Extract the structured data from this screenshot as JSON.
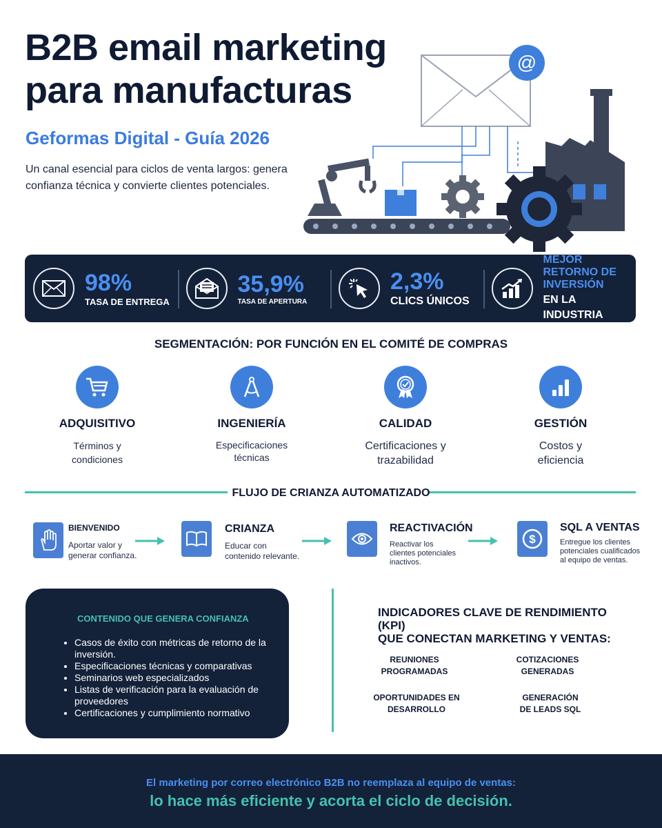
{
  "header": {
    "title_line1": "B2B email marketing",
    "title_line2": "para manufacturas",
    "subtitle": "Geformas Digital - Guía 2026",
    "intro": "Un canal esencial para ciclos de venta largos: genera confianza técnica y convierte clientes potenciales."
  },
  "stats": [
    {
      "value": "98%",
      "label": "TASA DE ENTREGA",
      "icon": "envelope-icon"
    },
    {
      "value": "35,9%",
      "label": "TASA DE APERTURA",
      "icon": "open-envelope-icon"
    },
    {
      "value": "2,3%",
      "label": "CLICS ÚNICOS",
      "icon": "cursor-click-icon"
    },
    {
      "title_blue": "MEJOR RETORNO DE INVERSIÓN",
      "title_white": "EN LA INDUSTRIA",
      "icon": "growth-chart-icon"
    }
  ],
  "segmentation": {
    "title": "SEGMENTACIÓN: POR FUNCIÓN EN EL COMITÉ DE COMPRAS",
    "items": [
      {
        "name": "ADQUISITIVO",
        "desc": "Términos y condiciones",
        "icon": "cart-icon"
      },
      {
        "name": "INGENIERÍA",
        "desc": "Especificaciones técnicas",
        "icon": "compass-icon"
      },
      {
        "name": "CALIDAD",
        "desc": "Certificaciones y trazabilidad",
        "icon": "award-badge-icon"
      },
      {
        "name": "GESTIÓN",
        "desc": "Costos y eficiencia",
        "icon": "bar-chart-icon"
      }
    ]
  },
  "flow": {
    "title": "FLUJO DE CRIANZA AUTOMATIZADO",
    "steps": [
      {
        "title": "BIENVENIDO",
        "desc": "Aportar valor y generar confianza.",
        "icon": "hand-icon"
      },
      {
        "title": "CRIANZA",
        "desc": "Educar con contenido relevante.",
        "icon": "book-icon"
      },
      {
        "title": "REACTIVACIÓN",
        "desc": "Reactivar los clientes potenciales inactivos.",
        "icon": "eye-icon"
      },
      {
        "title": "SQL A VENTAS",
        "desc": "Entregue los clientes potenciales cualificados al equipo de ventas.",
        "icon": "dollar-coin-icon"
      }
    ]
  },
  "content_box": {
    "title": "CONTENIDO QUE GENERA CONFIANZA",
    "items": [
      "Casos de éxito con métricas de retorno de la inversión.",
      "Especificaciones técnicas y comparativas",
      "Seminarios web especializados",
      "Listas de verificación para la evaluación de proveedores",
      "Certificaciones y cumplimiento normativo"
    ]
  },
  "kpi": {
    "title_line1": "INDICADORES CLAVE DE RENDIMIENTO (KPI)",
    "title_line2": "QUE CONECTAN MARKETING Y VENTAS:",
    "items": [
      {
        "line1": "REUNIONES",
        "line2": "PROGRAMADAS"
      },
      {
        "line1": "COTIZACIONES",
        "line2": "GENERADAS"
      },
      {
        "line1": "OPORTUNIDADES EN",
        "line2": "DESARROLLO"
      },
      {
        "line1": "GENERACIÓN",
        "line2": "DE LEADS SQL"
      }
    ]
  },
  "footer": {
    "line1": "El marketing por correo electrónico B2B no reemplaza al equipo de ventas:",
    "line2": "lo hace más eficiente y acorta el ciclo de decisión."
  },
  "colors": {
    "navy": "#132139",
    "blue": "#3f7fdc",
    "teal": "#45c1ad"
  }
}
